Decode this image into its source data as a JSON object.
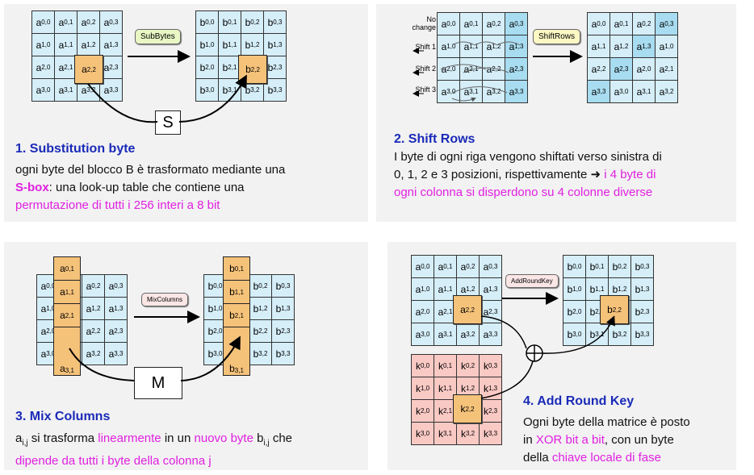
{
  "panel1": {
    "tag": "SubBytes",
    "box": "S",
    "title": "1. Substitution byte",
    "line1": "ogni byte del blocco B è trasformato mediante una",
    "sbox": "S-box",
    "line2_rest": ": una look-up table che contiene una",
    "line3": "permutazione di tutti i 256 interi a 8 bit"
  },
  "panel2": {
    "tag": "ShiftRows",
    "labels": [
      "No change",
      "Shift 1",
      "Shift 2",
      "Shift 3"
    ],
    "title": "2. Shift Rows",
    "line1": "I byte di ogni riga vengono shiftati verso sinistra di",
    "line2a": "0, 1, 2 e 3 posizioni, rispettivamente ➜ ",
    "line2b": "i 4 byte di",
    "line3": "ogni colonna si disperdono su 4 colonne diverse"
  },
  "panel3": {
    "tag": "MixColumns",
    "box": "M",
    "title": "3. Mix Columns",
    "text_a": "a",
    "text_a_sub": "i,j",
    "text_mid1": "  si trasforma ",
    "text_lin": "linearmente",
    "text_mid2": " in un ",
    "text_nb": "nuovo byte",
    "text_b": " b",
    "text_b_sub": "i,j",
    "text_end": " che",
    "line2": "dipende da tutti i byte della colonna j"
  },
  "panel4": {
    "tag": "AddRoundKey",
    "title": "4. Add Round Key",
    "line1": "Ogni byte della matrice è posto",
    "line2a": "in ",
    "line2b": "XOR bit a bit",
    "line2c": ", con un byte",
    "line3a": "della ",
    "line3b": "chiave locale di fase"
  },
  "colors": {
    "title": "#1a2ab8",
    "highlight": "#e020e0",
    "cell": "#d5eef8",
    "orange": "#f5c27a",
    "key": "#f9c9c4"
  }
}
